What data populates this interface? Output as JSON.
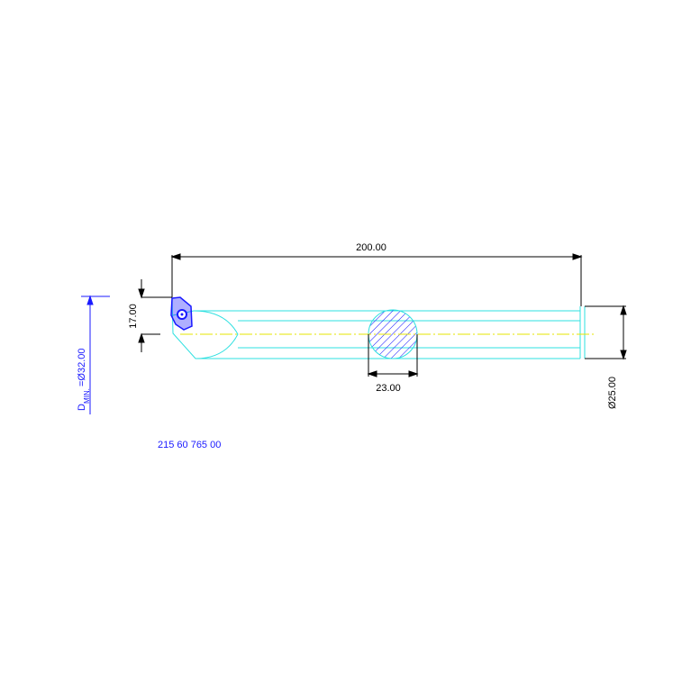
{
  "drawing": {
    "dimensions": {
      "overall_length": "200.00",
      "head_height": "17.00",
      "neck_width": "23.00",
      "shank_diameter": "Ø25.00",
      "min_bore_prefix": "D",
      "min_bore_subscript": "MIN.",
      "min_bore_value": "=Ø32.00"
    },
    "part_number": "215 60 765 00",
    "colors": {
      "outline": "#2ee0e0",
      "centerline": "#e6e600",
      "dimension": "#000000",
      "annotation": "#1a1aff",
      "insert": "#1a1aff",
      "hatch": "#1a1aff",
      "background": "#ffffff"
    }
  }
}
